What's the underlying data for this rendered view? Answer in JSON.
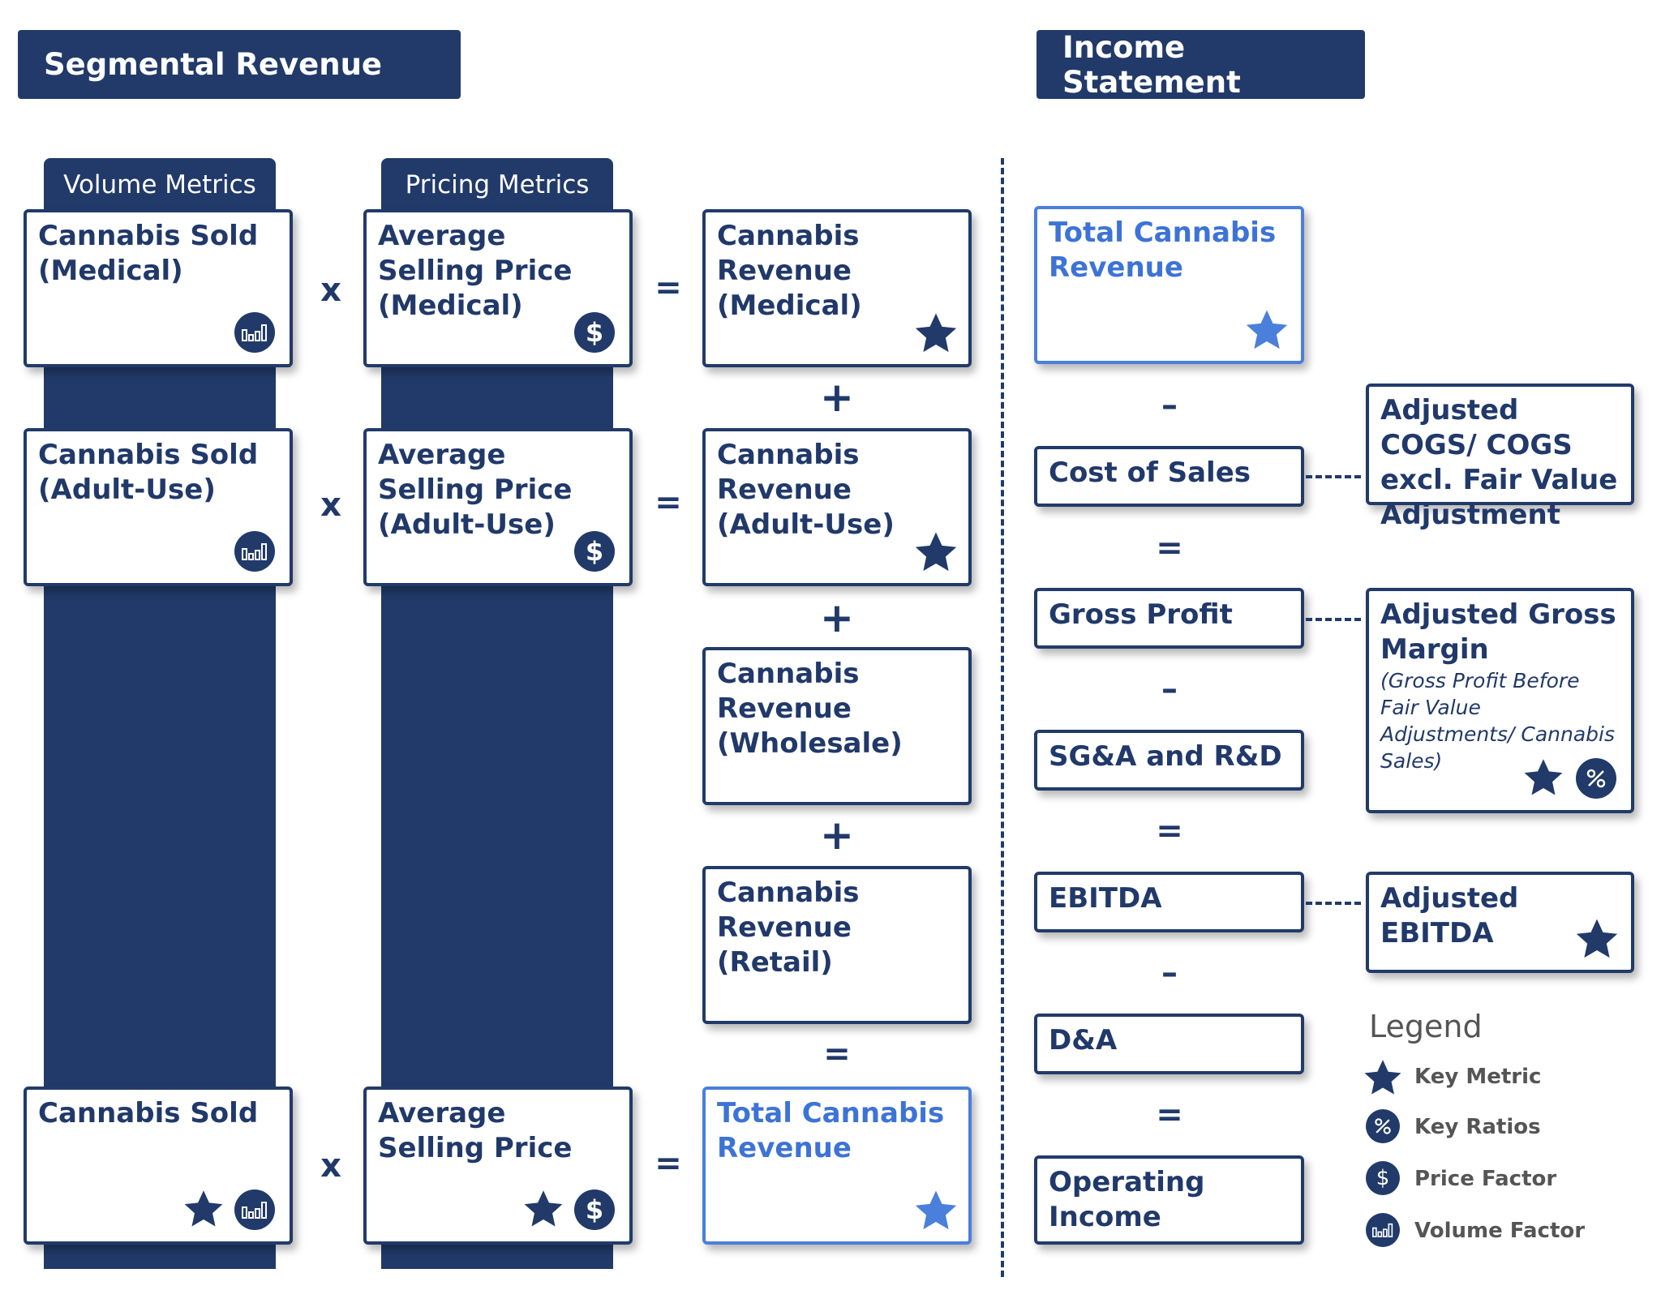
{
  "headers": {
    "segmental": "Segmental Revenue",
    "income": "Income Statement"
  },
  "tabs": {
    "volume": "Volume Metrics",
    "pricing": "Pricing Metrics"
  },
  "volume_boxes": [
    "Cannabis Sold (Medical)",
    "Cannabis Sold (Adult-Use)",
    "Cannabis Sold"
  ],
  "pricing_boxes": [
    "Average Selling Price (Medical)",
    "Average Selling Price (Adult-Use)",
    "Average Selling Price"
  ],
  "revenue_boxes": [
    "Cannabis Revenue (Medical)",
    "Cannabis Revenue (Adult-Use)",
    "Cannabis Revenue (Wholesale)",
    "Cannabis Revenue (Retail)",
    "Total Cannabis Revenue"
  ],
  "income_boxes": [
    "Total Cannabis Revenue",
    "Cost of Sales",
    "Gross Profit",
    "SG&A and R&D",
    "EBITDA",
    "D&A",
    "Operating Income"
  ],
  "adjusted_boxes": {
    "cogs": "Adjusted COGS/ COGS excl. Fair Value Adjustment",
    "gross_margin": "Adjusted Gross Margin",
    "gross_margin_note": "(Gross Profit Before Fair Value Adjustments/ Cannabis Sales)",
    "ebitda": "Adjusted EBITDA"
  },
  "operators": {
    "multiply": "x",
    "equals": "=",
    "plus": "+",
    "minus": "–"
  },
  "legend": {
    "title": "Legend",
    "items": [
      "Key Metric",
      "Key Ratios",
      "Price Factor",
      "Volume Factor"
    ]
  },
  "icons": {
    "star": "star-icon",
    "dollar": "dollar-icon",
    "volume": "volume-bars-icon",
    "ratio": "percent-ratio-icon"
  },
  "icon_glyphs": {
    "dollar": "$"
  },
  "colors": {
    "navy": "#213a69",
    "highlight_blue": "#4a7fdc",
    "legend_gray": "#555555"
  }
}
